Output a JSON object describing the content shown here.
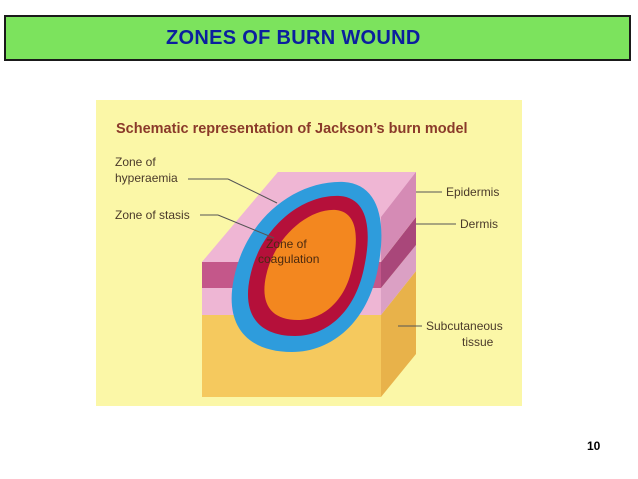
{
  "slide": {
    "title": "ZONES OF BURN WOUND",
    "page_number": "10"
  },
  "figure": {
    "heading": "Schematic representation of Jackson’s burn model",
    "labels": {
      "hyperaemia_line1": "Zone of",
      "hyperaemia_line2": "hyperaemia",
      "stasis": "Zone of stasis",
      "coagulation_line1": "Zone of",
      "coagulation_line2": "coagulation",
      "epidermis": "Epidermis",
      "dermis": "Dermis",
      "subcutaneous_line1": "Subcutaneous",
      "subcutaneous_line2": "tissue"
    }
  },
  "colors": {
    "title_bar_bg": "#7ce35d",
    "title_text": "#0b1f9e",
    "figure_bg": "#fbf7a7",
    "heading_text": "#8a3a2a",
    "epidermis": "#c4578a",
    "dermis": "#eeb6d4",
    "subcutaneous": "#f5c95e",
    "hyperaemia": "#2e9cdc",
    "stasis": "#b5103a",
    "coagulation": "#f3871f"
  }
}
